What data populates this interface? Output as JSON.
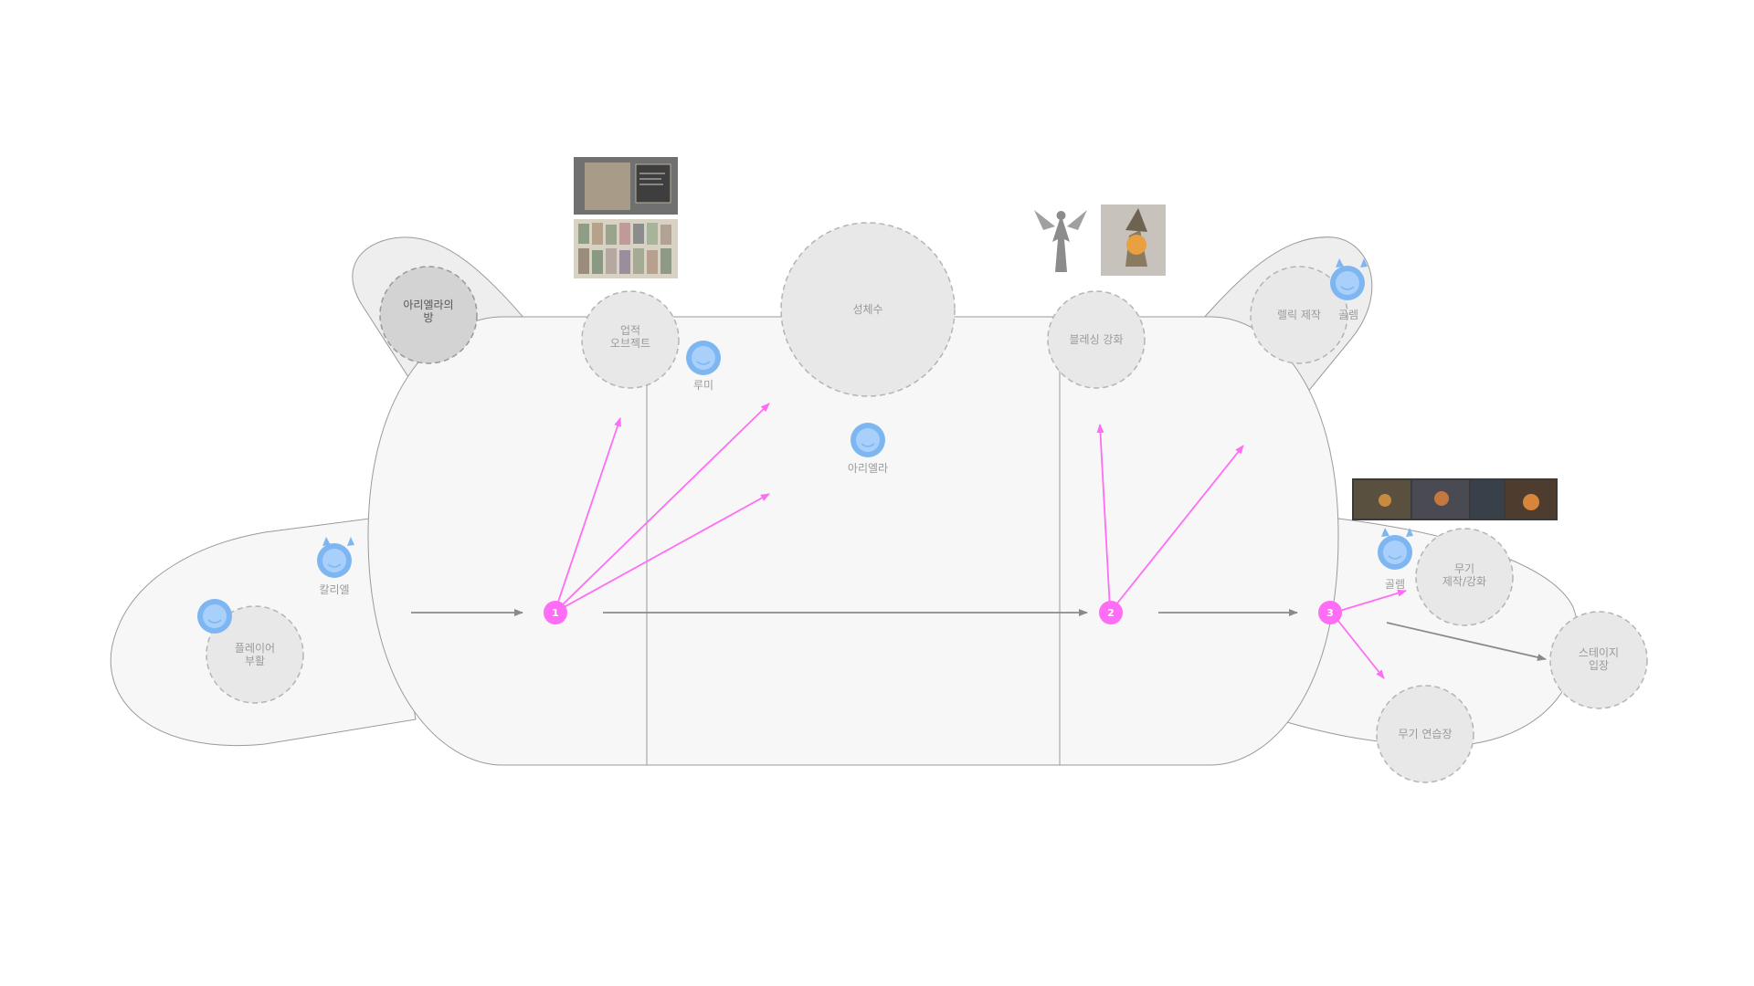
{
  "colors": {
    "region_fill": "#f7f7f7",
    "region_stroke": "#9a9a9a",
    "dashed_node_fill": "#e8e8e8",
    "dashed_node_stroke": "#b4b4b4",
    "dark_node_fill": "#d3d3d3",
    "dark_node_stroke": "#999999",
    "accent_magenta": "#ff6cf5",
    "flow_arrow": "#8a8a8a",
    "avatar_blue": "#7eb6f2"
  },
  "nodes": {
    "arielle_room": "아리엘라의\n방",
    "reliquary": "업적\n오브젝트",
    "holy_water": "성체수",
    "blessing": "블레싱 강화",
    "relic_craft": "렐릭 제작",
    "revive": "플레이어\n부활",
    "weapon_craft": "무기\n제작/강화",
    "weapon_practice": "무기 연습장",
    "stage_enter": "스테이지\n입장"
  },
  "npcs": {
    "kariel": "칼리엘",
    "rumi": "루미",
    "arielle": "아리엘라",
    "golem_top": "골렘",
    "golem_bottom": "골렘"
  },
  "steps": [
    "1",
    "2",
    "3"
  ],
  "icons": {
    "avatar_plain": "face-avatar-icon",
    "avatar_horned": "horned-face-avatar-icon",
    "step": "numbered-step-icon"
  }
}
